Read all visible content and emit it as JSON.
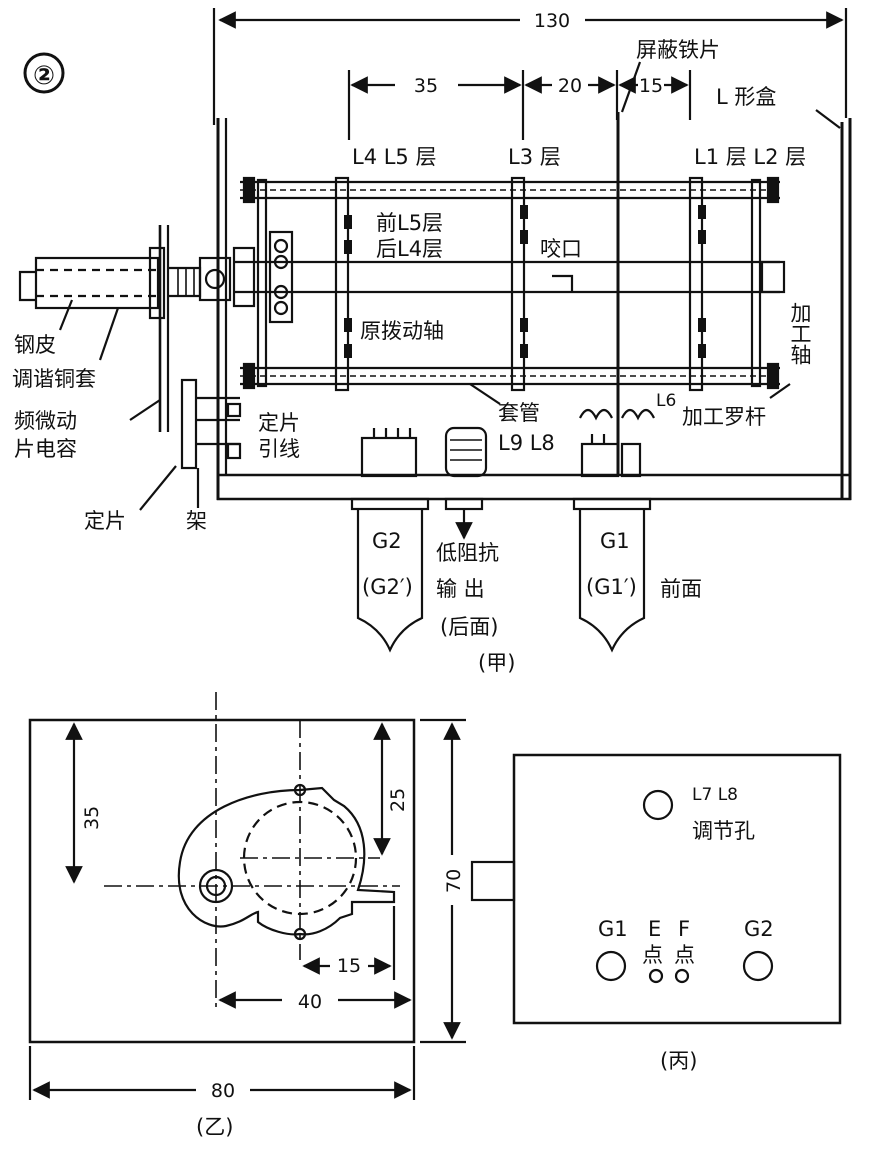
{
  "figure_number": "②",
  "panels": {
    "jia": {
      "caption": "(甲)",
      "dimensions": {
        "overall": "130",
        "a": "35",
        "b": "20",
        "c": "15"
      },
      "labels": {
        "shield": "屏蔽铁片",
        "l_box": "L 形盒",
        "l4l5": "L4 L5 层",
        "l3": "L3 层",
        "l1l2": "L1 层 L2 层",
        "front_l5": "前L5层",
        "back_l4": "后L4层",
        "notch": "咬口",
        "shaft": "原拨动轴",
        "added_shaft": "加工轴",
        "sleeve": "套管",
        "l6": "L6",
        "l9l8": "L9 L8",
        "screw": "加工罗杆",
        "steel": "钢皮",
        "tune_sleeve": "调谐铜套",
        "trim_cap": "频微动片电容",
        "stator_lead": "定片引线",
        "stator": "定片",
        "bracket": "架",
        "g2": "G2",
        "g2p": "(G2′)",
        "g1": "G1",
        "g1p": "(G1′)",
        "low_z_1": "低阻抗",
        "low_z_2": "输 出",
        "low_z_3": "(后面)",
        "front": "前面"
      }
    },
    "yi": {
      "caption": "(乙)",
      "dimensions": {
        "width": "80",
        "height": "70",
        "h35": "35",
        "h25": "25",
        "d15": "15",
        "d40": "40"
      }
    },
    "bing": {
      "caption": "(丙)",
      "labels": {
        "tune_hole_1": "L7 L8",
        "tune_hole_2": "调节孔",
        "g1": "G1",
        "g2": "G2",
        "e": "E",
        "f": "F",
        "e_pt": "点",
        "f_pt": "点"
      }
    }
  }
}
